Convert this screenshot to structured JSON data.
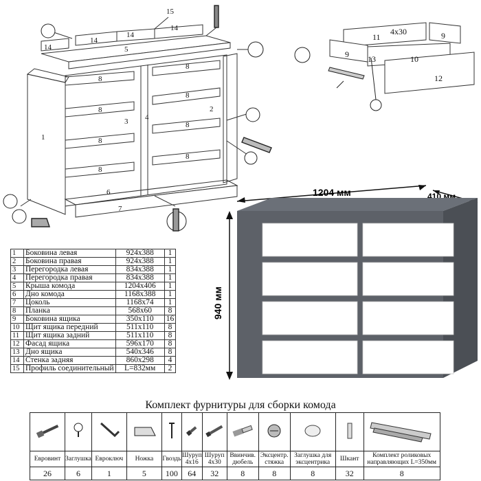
{
  "exploded_view": {
    "part_labels": [
      "1",
      "2",
      "3",
      "4",
      "5",
      "6",
      "7",
      "8",
      "8",
      "8",
      "8",
      "8",
      "8",
      "8",
      "8",
      "14",
      "14",
      "14",
      "14",
      "15"
    ]
  },
  "drawer_view": {
    "part_labels": [
      "9",
      "9",
      "10",
      "11",
      "12",
      "13"
    ],
    "screw_label": "4x30"
  },
  "dimensions": {
    "width": "1204 мм",
    "depth": "410 мм",
    "height": "940 мм"
  },
  "colors": {
    "body": "#5d6168",
    "front": "#ffffff"
  },
  "parts_table": {
    "rows": [
      {
        "n": "1",
        "name": "Боковина левая",
        "size": "924x388",
        "qty": "1"
      },
      {
        "n": "2",
        "name": "Боковина правая",
        "size": "924x388",
        "qty": "1"
      },
      {
        "n": "3",
        "name": "Перегородка левая",
        "size": "834x388",
        "qty": "1"
      },
      {
        "n": "4",
        "name": "Перегородка правая",
        "size": "834x388",
        "qty": "1"
      },
      {
        "n": "5",
        "name": "Крыша комода",
        "size": "1204x406",
        "qty": "1"
      },
      {
        "n": "6",
        "name": "Дно комода",
        "size": "1168x388",
        "qty": "1"
      },
      {
        "n": "7",
        "name": "Цоколь",
        "size": "1168x74",
        "qty": "1"
      },
      {
        "n": "8",
        "name": "Планка",
        "size": "568x60",
        "qty": "8"
      },
      {
        "n": "9",
        "name": "Боковина ящика",
        "size": "350x110",
        "qty": "16"
      },
      {
        "n": "10",
        "name": "Щит ящика передний",
        "size": "511x110",
        "qty": "8"
      },
      {
        "n": "11",
        "name": "Щит ящика задний",
        "size": "511x110",
        "qty": "8"
      },
      {
        "n": "12",
        "name": "Фасад ящика",
        "size": "596x170",
        "qty": "8"
      },
      {
        "n": "13",
        "name": "Дно ящика",
        "size": "540x346",
        "qty": "8"
      },
      {
        "n": "14",
        "name": "Стенка задняя",
        "size": "860x298",
        "qty": "4"
      },
      {
        "n": "15",
        "name": "Профиль соединительный",
        "size": "L=832мм",
        "qty": "2"
      }
    ]
  },
  "hardware": {
    "title": "Комплект фурнитуры для сборки комода",
    "items": [
      {
        "name": "Евровинт",
        "qty": "26",
        "icon": "eurovint-screw-icon"
      },
      {
        "name": "Заглушка",
        "qty": "6",
        "icon": "cap-icon"
      },
      {
        "name": "Евроключ",
        "qty": "1",
        "icon": "hex-key-icon"
      },
      {
        "name": "Ножка",
        "qty": "5",
        "icon": "foot-icon"
      },
      {
        "name": "Гвоздь",
        "qty": "100",
        "icon": "nail-icon"
      },
      {
        "name": "Шуруп 4x16",
        "qty": "64",
        "icon": "screw-short-icon"
      },
      {
        "name": "Шуруп 4x30",
        "qty": "32",
        "icon": "screw-long-icon"
      },
      {
        "name": "Ввинчив. дюбель",
        "qty": "8",
        "icon": "dowel-icon"
      },
      {
        "name": "Эксцентр. стяжка",
        "qty": "8",
        "icon": "cam-lock-icon"
      },
      {
        "name": "Заглушка для эксцентрика",
        "qty": "8",
        "icon": "cam-cap-icon"
      },
      {
        "name": "Шкант",
        "qty": "32",
        "icon": "wood-dowel-icon"
      },
      {
        "name": "Комплект роликовых направляющих L=350мм",
        "qty": "8",
        "icon": "drawer-slide-icon"
      }
    ]
  }
}
